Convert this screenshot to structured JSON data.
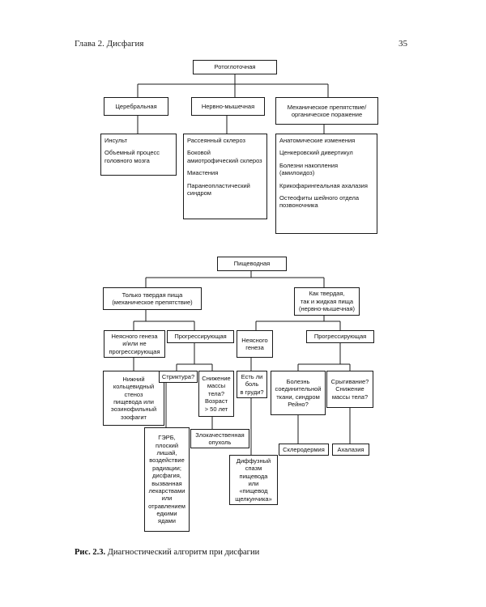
{
  "page": {
    "header_left": "Глава 2. Дисфагия",
    "header_right": "35"
  },
  "top": {
    "root": "Ротоглоточная",
    "cerebral": "Церебральная",
    "neuromuscular": "Нервно-мышечная",
    "mechanical": [
      "Механическое препятствие/",
      "органическое поражение"
    ],
    "cerebral_items": [
      "Инсульт",
      "Объемный процесс головного мозга"
    ],
    "neuro_items": [
      "Рассеянный склероз",
      "Боковой амиотрофический склероз",
      "Миастения",
      "Паранеопластический синдром"
    ],
    "mech_items": [
      "Анатомические изменения",
      "Ценкеровский дивертикул",
      "Болезни накопления (амилоидоз)",
      "Крикофарингеальная ахалазия",
      "Остеофиты шейного отдела позвоночника"
    ]
  },
  "bottom": {
    "root": "Пищеводная",
    "solid": [
      "Только твердая пища",
      "(механическое препятствие)"
    ],
    "both": [
      "Как твердая,",
      "так и жидкая пища",
      "(нервно-мышечная)"
    ],
    "unclear_np": [
      "Неясного генеза",
      "и/или не",
      "прогрессирующая"
    ],
    "progressive_left": "Прогрессирующая",
    "unclear_right": [
      "Неясного",
      "генеза"
    ],
    "progressive_right": "Прогрессирующая",
    "ring": [
      "Нижний",
      "кольцевидный",
      "стеноз",
      "пищевода или",
      "эозинофильный",
      "эзофагит"
    ],
    "stricture": "Стриктура?",
    "weight_loss": [
      "Снижение",
      "массы",
      "тела?",
      "Возраст",
      "> 50 лет"
    ],
    "chest_pain": [
      "Есть ли",
      "боль",
      "в груди?"
    ],
    "connective": [
      "Болезнь",
      "соединительной",
      "ткани, синдром",
      "Рейно?"
    ],
    "regurg": [
      "Срыгивание?",
      "Снижение",
      "массы тела?"
    ],
    "gerd": [
      "ГЭРБ,",
      "плоский",
      "лишай,",
      "воздействие",
      "радиации;",
      "дисфагия,",
      "вызванная",
      "лекарствами",
      "или",
      "отравлением",
      "едкими",
      "ядами"
    ],
    "malignant": [
      "Злокачественная",
      "опухоль"
    ],
    "spasm": [
      "Диффузный",
      "спазм",
      "пищевода",
      "или",
      "«пищевод",
      "щелкунчика»"
    ],
    "scleroderma": "Склеродермия",
    "achalasia": "Ахалазия"
  },
  "caption": {
    "label": "Рис. 2.3.",
    "text": " Диагностический алгоритм при дисфагии"
  }
}
